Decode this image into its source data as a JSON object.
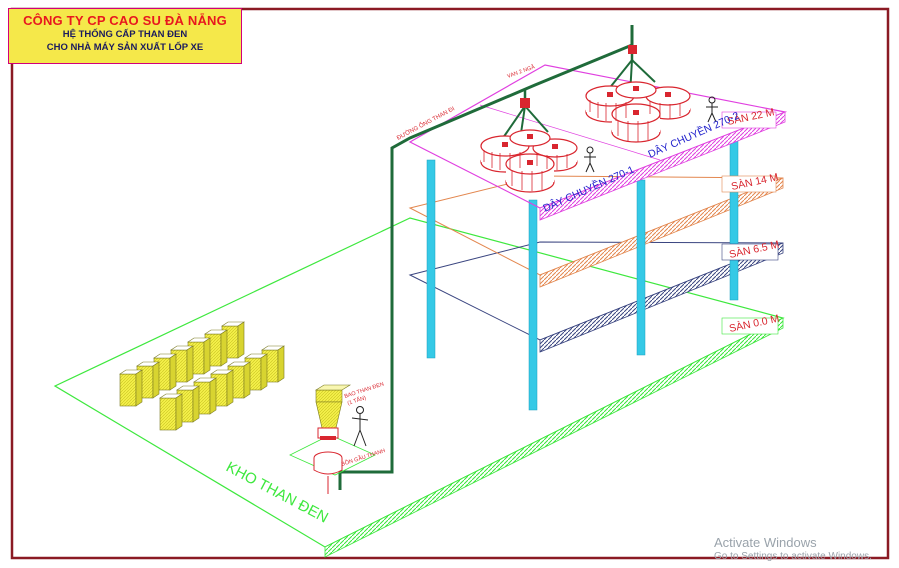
{
  "header": {
    "company": "CÔNG TY CP CAO SU ĐÀ NẴNG",
    "line1": "HỆ THỐNG CẤP THAN ĐEN",
    "line2": "CHO NHÀ MÁY SẢN XUẤT LỐP XE"
  },
  "floors": {
    "f22": "SÀN 22 M",
    "f14": "SÀN 14 M",
    "f65": "SÀN 6.5 M",
    "f0": "SÀN 0.0 M"
  },
  "lines": {
    "line1": "DÂY CHUYỀN 270-1",
    "line2": "DÂY CHUYỀN 270-2"
  },
  "labels": {
    "pipe": "ĐƯỜNG ỐNG THAN ĐI",
    "valve": "VAN 2 NGÃ",
    "bag": "BAO THAN ĐEN",
    "bag_weight": "(1 TẤN)",
    "hopper": "BỒN GẦU THANH",
    "warehouse": "KHO THAN ĐEN"
  },
  "watermark": {
    "title": "Activate Windows",
    "subtitle": "Go to Settings to activate Windows."
  },
  "colors": {
    "frame": "#8b1a24",
    "pipe": "#1f6b3a",
    "column": "#35c9e6",
    "floor22": "#e040e0",
    "floor14": "#e08050",
    "floor65": "#404a78",
    "floor0": "#3ee83e",
    "label_red": "#d9262f",
    "line_blue": "#2222cc",
    "pallet": "#f4f04a"
  }
}
